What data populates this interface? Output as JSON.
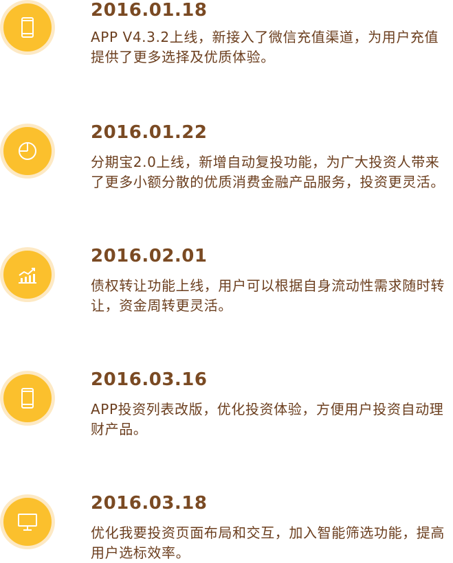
{
  "timeline": {
    "entries": [
      {
        "date": "2016.01.18",
        "text": "APP V4.3.2上线，新接入了微信充值渠道，为用户充值提供了更多选择及优质体验。",
        "icon": "phone-icon"
      },
      {
        "date": "2016.01.22",
        "text": "分期宝2.0上线，新增自动复投功能，为广大投资人带来了更多小额分散的优质消费金融产品服务，投资更灵活。",
        "icon": "pie-chart-icon"
      },
      {
        "date": "2016.02.01",
        "text": "债权转让功能上线，用户可以根据自身流动性需求随时转让，资金周转更灵活。",
        "icon": "bar-chart-icon"
      },
      {
        "date": "2016.03.16",
        "text": "APP投资列表改版，优化投资体验，方便用户投资自动理财产品。",
        "icon": "phone-icon"
      },
      {
        "date": "2016.03.18",
        "text": "优化我要投资页面布局和交互，加入智能筛选功能，提高用户选标效率。",
        "icon": "monitor-icon"
      }
    ]
  },
  "colors": {
    "accent": "#fbc02d",
    "ring": "#fde9c4",
    "date_text": "#7a4a23",
    "body_text": "#6b3e1e"
  }
}
